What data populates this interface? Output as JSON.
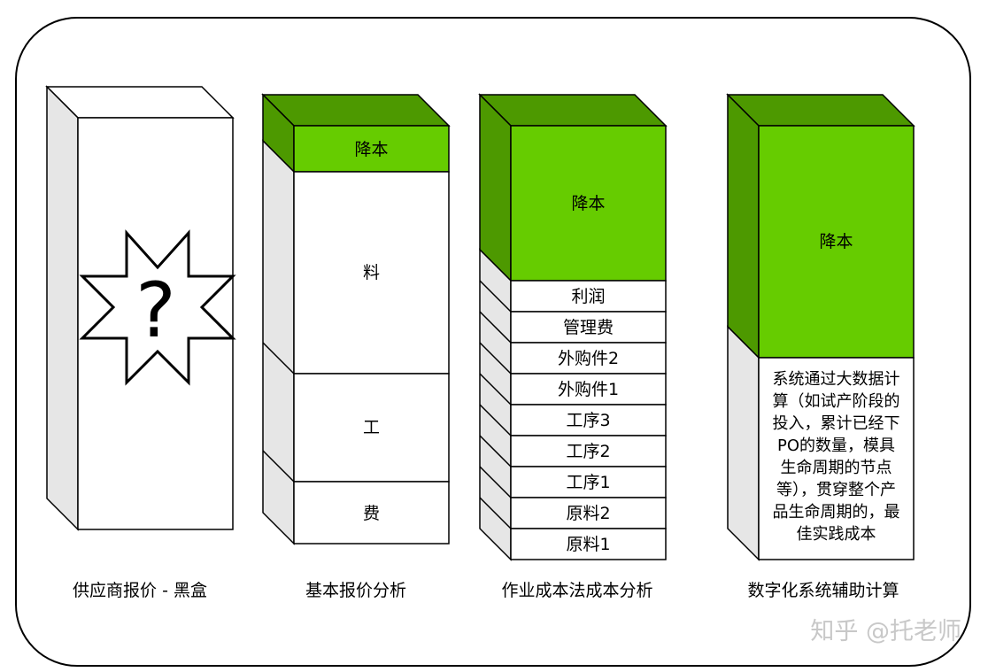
{
  "columns": [
    {
      "caption": "供应商报价 - 黑盒",
      "symbol": "?"
    },
    {
      "caption": "基本报价分析",
      "segments": [
        "降本",
        "料",
        "工",
        "费"
      ]
    },
    {
      "caption": "作业成本法成本分析",
      "segments": [
        "降本",
        "利润",
        "管理费",
        "外购件2",
        "外购件1",
        "工序3",
        "工序2",
        "工序1",
        "原料2",
        "原料1"
      ]
    },
    {
      "caption": "数字化系统辅助计算",
      "segments": [
        "降本"
      ],
      "description": [
        "系统通过大数据计",
        "算（如试产阶段的",
        "投入，累计已经下",
        "PO的数量，模具",
        "生命周期的节点",
        "等），贯穿整个产",
        "品生命周期的，最",
        "佳实践成本"
      ]
    }
  ],
  "watermark": "知乎 @托老师",
  "colors": {
    "green": "#66cc00",
    "dark_green": "#4d9900",
    "side_gray": "#e6e6e6",
    "line": "#000000"
  }
}
